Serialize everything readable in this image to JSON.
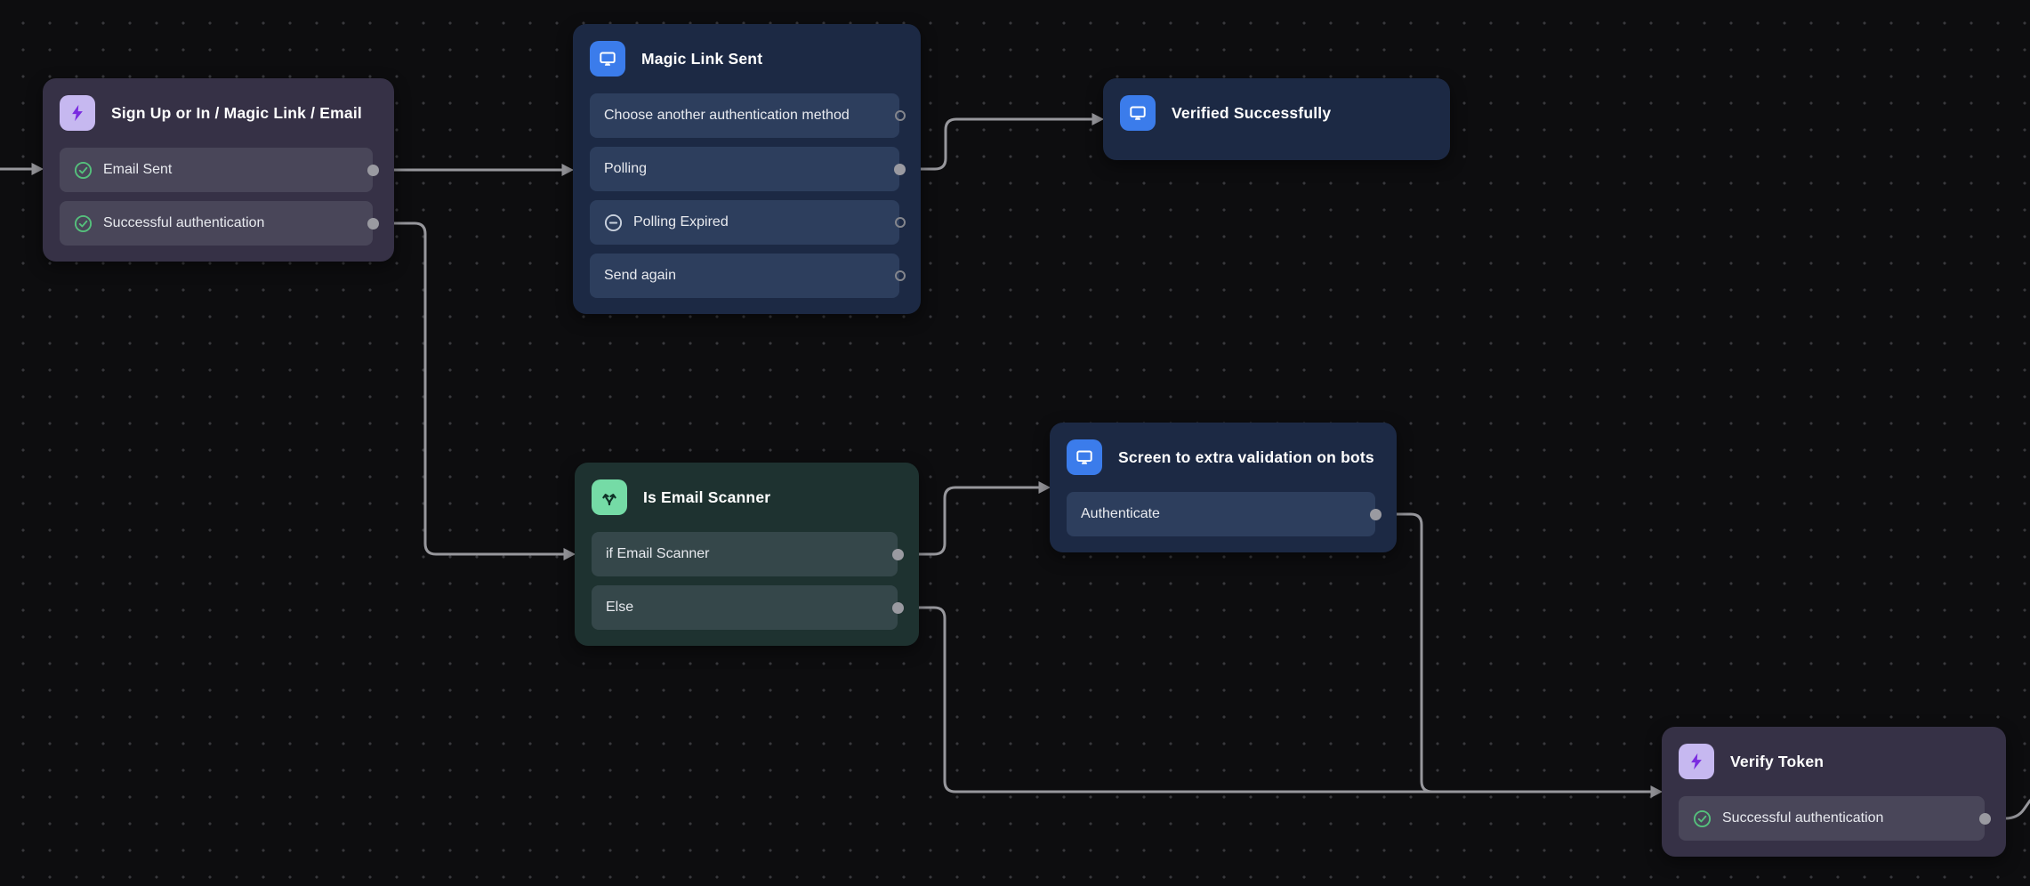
{
  "canvas": {
    "background_color": "#0d0d0f",
    "dot_grid_color": "#38383c",
    "edge_color": "#97979c"
  },
  "palette": {
    "action_node_bg": "#363146",
    "action_item_bg": "#494659",
    "action_icon_bg": "#c6b8f0",
    "action_icon_glyph": "#7a2be0",
    "screen_node_bg": "#1c2944",
    "screen_item_bg": "#2d3e5d",
    "screen_icon_bg": "#3b7ceb",
    "screen_icon_glyph": "#ffffff",
    "condition_node_bg": "#1e3230",
    "condition_item_bg": "#35474a",
    "condition_icon_bg": "#75dba6",
    "condition_icon_glyph": "#0f2f26",
    "check_green": "#55c07c",
    "minus_gray": "#c9d1dd",
    "title_color": "#ffffff",
    "item_text_color": "#e8eaef"
  },
  "nodes": [
    {
      "id": "sign-up-or-in",
      "type": "action",
      "icon": "lightning-bolt-icon",
      "title": "Sign Up or In / Magic Link / Email",
      "items": [
        {
          "label": "Email Sent",
          "icon": "check-circle-icon",
          "port": "connected"
        },
        {
          "label": "Successful authentication",
          "icon": "check-circle-icon",
          "port": "connected"
        }
      ]
    },
    {
      "id": "magic-link-sent",
      "type": "screen",
      "icon": "screen-icon",
      "title": "Magic Link Sent",
      "items": [
        {
          "label": "Choose another authentication method",
          "icon": null,
          "port": "open"
        },
        {
          "label": "Polling",
          "icon": null,
          "port": "connected"
        },
        {
          "label": "Polling Expired",
          "icon": "minus-circle-icon",
          "port": "open"
        },
        {
          "label": "Send again",
          "icon": null,
          "port": "open"
        }
      ]
    },
    {
      "id": "verified-successfully",
      "type": "screen",
      "icon": "screen-icon",
      "title": "Verified Successfully",
      "items": []
    },
    {
      "id": "is-email-scanner",
      "type": "condition",
      "icon": "branch-icon",
      "title": "Is Email Scanner",
      "items": [
        {
          "label": "if Email Scanner",
          "icon": null,
          "port": "connected"
        },
        {
          "label": "Else",
          "icon": null,
          "port": "connected"
        }
      ]
    },
    {
      "id": "screen-extra-validation",
      "type": "screen",
      "icon": "screen-icon",
      "title": "Screen to extra validation on bots",
      "items": [
        {
          "label": "Authenticate",
          "icon": null,
          "port": "connected"
        }
      ]
    },
    {
      "id": "verify-token",
      "type": "action",
      "icon": "lightning-bolt-icon",
      "title": "Verify Token",
      "items": [
        {
          "label": "Successful authentication",
          "icon": "check-circle-icon",
          "port": "connected"
        }
      ]
    }
  ],
  "edges": [
    {
      "from": "offscreen-left",
      "to": "sign-up-or-in"
    },
    {
      "from": "sign-up-or-in.Email Sent",
      "to": "magic-link-sent"
    },
    {
      "from": "magic-link-sent.Polling",
      "to": "verified-successfully"
    },
    {
      "from": "sign-up-or-in.Successful authentication",
      "to": "is-email-scanner"
    },
    {
      "from": "is-email-scanner.if Email Scanner",
      "to": "screen-extra-validation"
    },
    {
      "from": "is-email-scanner.Else",
      "to": "verify-token"
    },
    {
      "from": "screen-extra-validation.Authenticate",
      "to": "verify-token"
    },
    {
      "from": "verify-token.Successful authentication",
      "to": "offscreen-right"
    }
  ]
}
